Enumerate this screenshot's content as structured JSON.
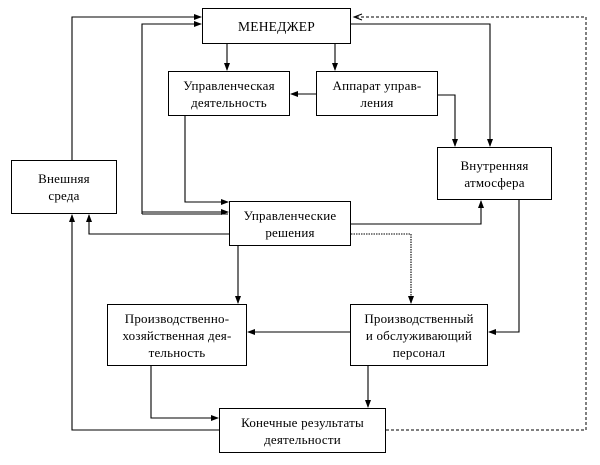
{
  "diagram": {
    "type": "management-system-flowchart",
    "nodes": {
      "manager": "МЕНЕДЖЕР",
      "mgmt_activity": "Управленческая\nдеятельность",
      "apparatus": "Аппарат управ-\nления",
      "external_env": "Внешняя\nсреда",
      "internal_atmosphere": "Внутренняя\nатмосфера",
      "decisions": "Управленческие\nрешения",
      "production_activity": "Производственно-\nхозяйственная дея-\nтельность",
      "personnel": "Производственный\nи обслуживающий\nперсонал",
      "final_results": "Конечные результаты\nдеятельности"
    },
    "edges": [
      {
        "from": "manager",
        "to": "mgmt_activity",
        "style": "solid"
      },
      {
        "from": "manager",
        "to": "apparatus",
        "style": "solid"
      },
      {
        "from": "manager",
        "to": "internal_atmosphere",
        "style": "solid"
      },
      {
        "from": "apparatus",
        "to": "mgmt_activity",
        "style": "solid"
      },
      {
        "from": "apparatus",
        "to": "internal_atmosphere",
        "style": "solid"
      },
      {
        "from": "external_env",
        "to": "manager",
        "style": "solid"
      },
      {
        "from": "mgmt_activity",
        "to": "decisions",
        "style": "solid"
      },
      {
        "from": "decisions",
        "to": "manager",
        "style": "solid"
      },
      {
        "from": "decisions",
        "to": "external_env",
        "style": "solid"
      },
      {
        "from": "decisions",
        "to": "internal_atmosphere",
        "style": "solid"
      },
      {
        "from": "decisions",
        "to": "production_activity",
        "style": "solid"
      },
      {
        "from": "decisions",
        "to": "personnel",
        "style": "dotted"
      },
      {
        "from": "internal_atmosphere",
        "to": "personnel",
        "style": "solid"
      },
      {
        "from": "personnel",
        "to": "production_activity",
        "style": "solid"
      },
      {
        "from": "personnel",
        "to": "final_results",
        "style": "solid"
      },
      {
        "from": "production_activity",
        "to": "final_results",
        "style": "solid"
      },
      {
        "from": "final_results",
        "to": "external_env",
        "style": "solid"
      },
      {
        "from": "final_results",
        "to": "manager",
        "style": "dashed"
      }
    ]
  }
}
